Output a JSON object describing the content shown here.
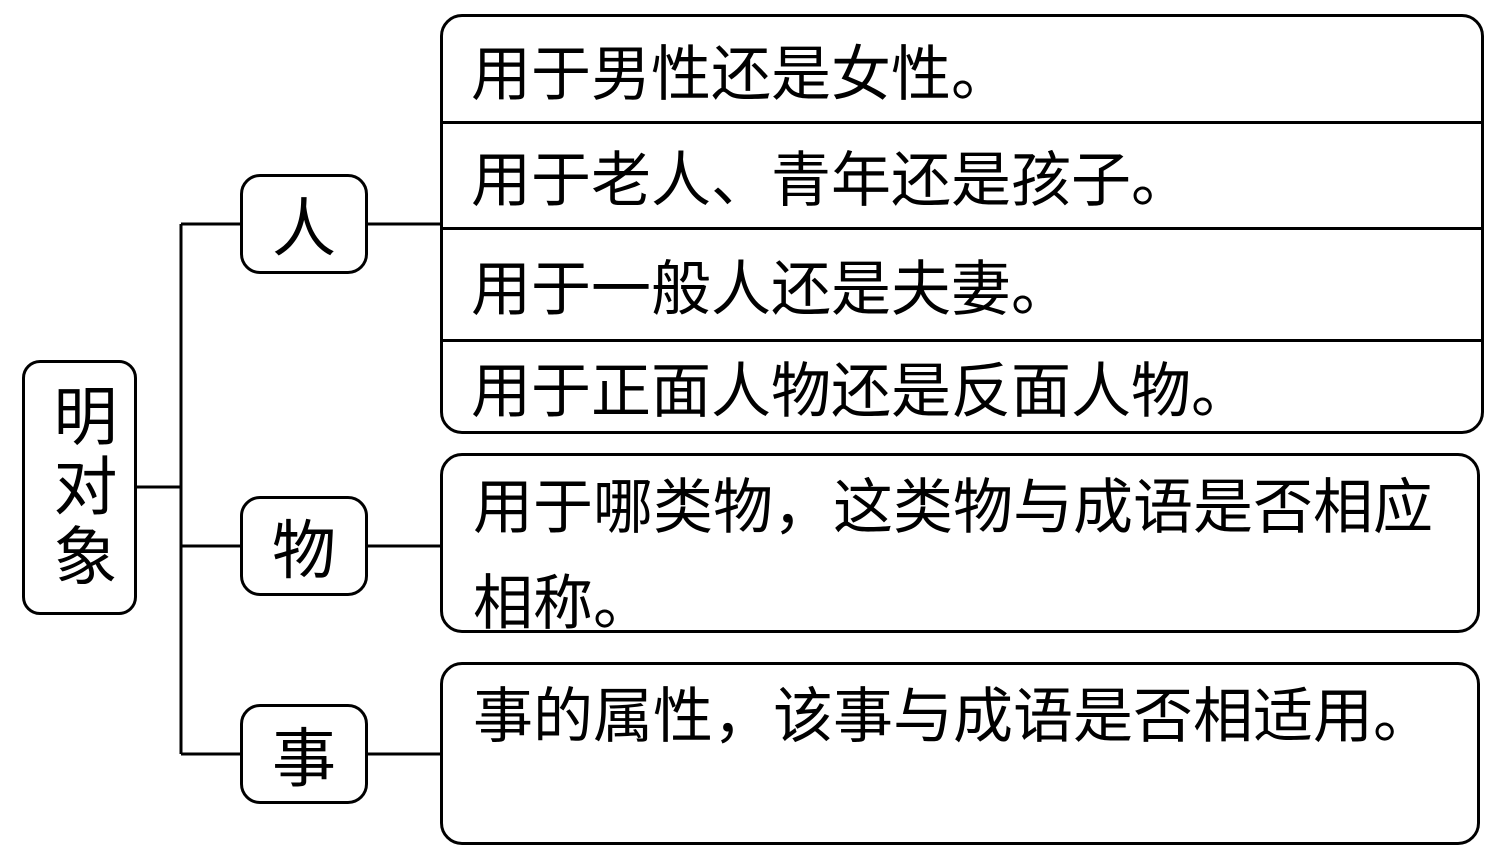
{
  "root": {
    "label": "明对象"
  },
  "categories": [
    {
      "label": "人"
    },
    {
      "label": "物"
    },
    {
      "label": "事"
    }
  ],
  "person_items": [
    "用于男性还是女性。",
    "用于老人、青年还是孩子。",
    "用于一般人还是夫妻。",
    "用于正面人物还是反面人物。"
  ],
  "object_desc": "用于哪类物，这类物与成语是否相应相称。",
  "event_desc": "事的属性，该事与成语是否相适用。"
}
